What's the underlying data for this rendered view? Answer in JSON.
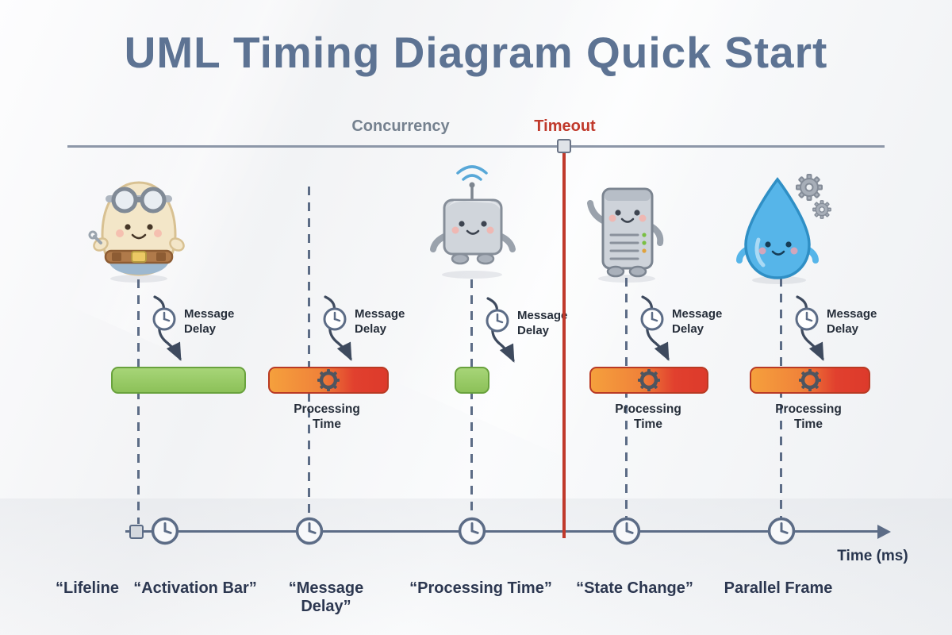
{
  "title": "UML Timing Diagram Quick Start",
  "header": {
    "concurrency": "Concurrency",
    "timeout": "Timeout"
  },
  "columns": [
    {
      "character": "mechanic-blob-character",
      "delay_label": "Message Delay"
    },
    {
      "character": null,
      "delay_label": "Message Delay"
    },
    {
      "character": "cube-robot-character",
      "delay_label": "Message Delay"
    },
    {
      "character": "server-robot-character",
      "delay_label": "Message Delay"
    },
    {
      "character": "water-drop-character",
      "delay_label": "Message Delay"
    }
  ],
  "bars": [
    {
      "type": "activation",
      "color": "#94c45e"
    },
    {
      "type": "processing",
      "label": "Processing Time",
      "icon": "gear-icon",
      "gradient": [
        "#f5a03d",
        "#e1402e"
      ]
    },
    {
      "type": "activation",
      "color": "#94c45e"
    },
    {
      "type": "processing",
      "label": "Processing Time",
      "icon": "gear-icon",
      "gradient": [
        "#f5a03d",
        "#e1402e"
      ]
    },
    {
      "type": "processing",
      "label": "Processing Time",
      "icon": "gear-icon",
      "gradient": [
        "#f5a03d",
        "#e1402e"
      ]
    }
  ],
  "axis": {
    "label": "Time (ms)"
  },
  "legend": [
    "“Lifeline",
    "“Activation Bar”",
    "“Message Delay”",
    "“Processing Time”",
    "“State Change”",
    "Parallel Frame"
  ],
  "colors": {
    "title": "#5d7393",
    "timeout_red": "#c0392b",
    "rule_gray": "#8d97a8",
    "lifeline_blue": "#5c6c86",
    "green_bar": "#94c45e",
    "heat_orange": "#f5a03d",
    "heat_red": "#e1402e"
  }
}
